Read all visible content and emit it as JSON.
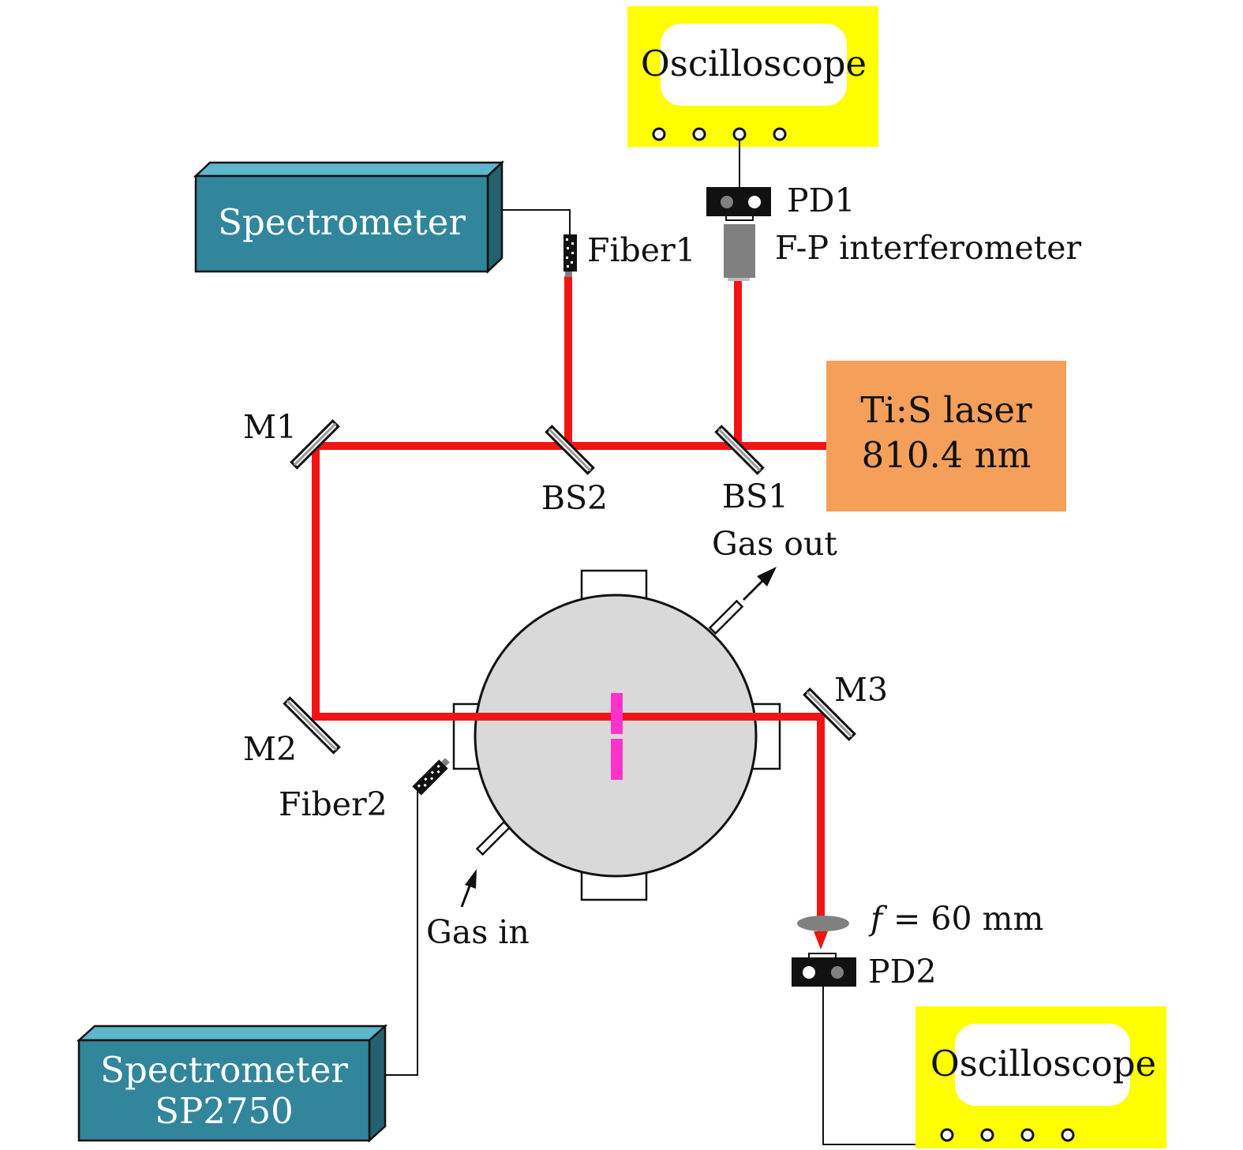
{
  "labels": {
    "oscilloscope_top": "Oscilloscope",
    "oscilloscope_bottom": "Oscilloscope",
    "spectrometer_top": "Spectrometer",
    "spectrometer_bottom_line1": "Spectrometer",
    "spectrometer_bottom_line2": "SP2750",
    "pd1": "PD1",
    "pd2": "PD2",
    "fp": "F-P interferometer",
    "fiber1": "Fiber1",
    "fiber2": "Fiber2",
    "laser_line1": "Ti:S laser",
    "laser_line2": "810.4 nm",
    "m1": "M1",
    "m2": "M2",
    "m3": "M3",
    "bs1": "BS1",
    "bs2": "BS2",
    "gas_out": "Gas out",
    "gas_in": "Gas in",
    "lens_f": "f",
    "lens_eq": "= 60 mm"
  },
  "colors": {
    "beam": "#f01414",
    "oscilloscope": "#ffff00",
    "spectrometer_front": "#31869b",
    "spectrometer_top": "#5cb6cc",
    "spectrometer_side": "#25606e",
    "laser": "#f4a05a",
    "chamber": "#d9d9d9",
    "sample": "#ff33cc"
  }
}
